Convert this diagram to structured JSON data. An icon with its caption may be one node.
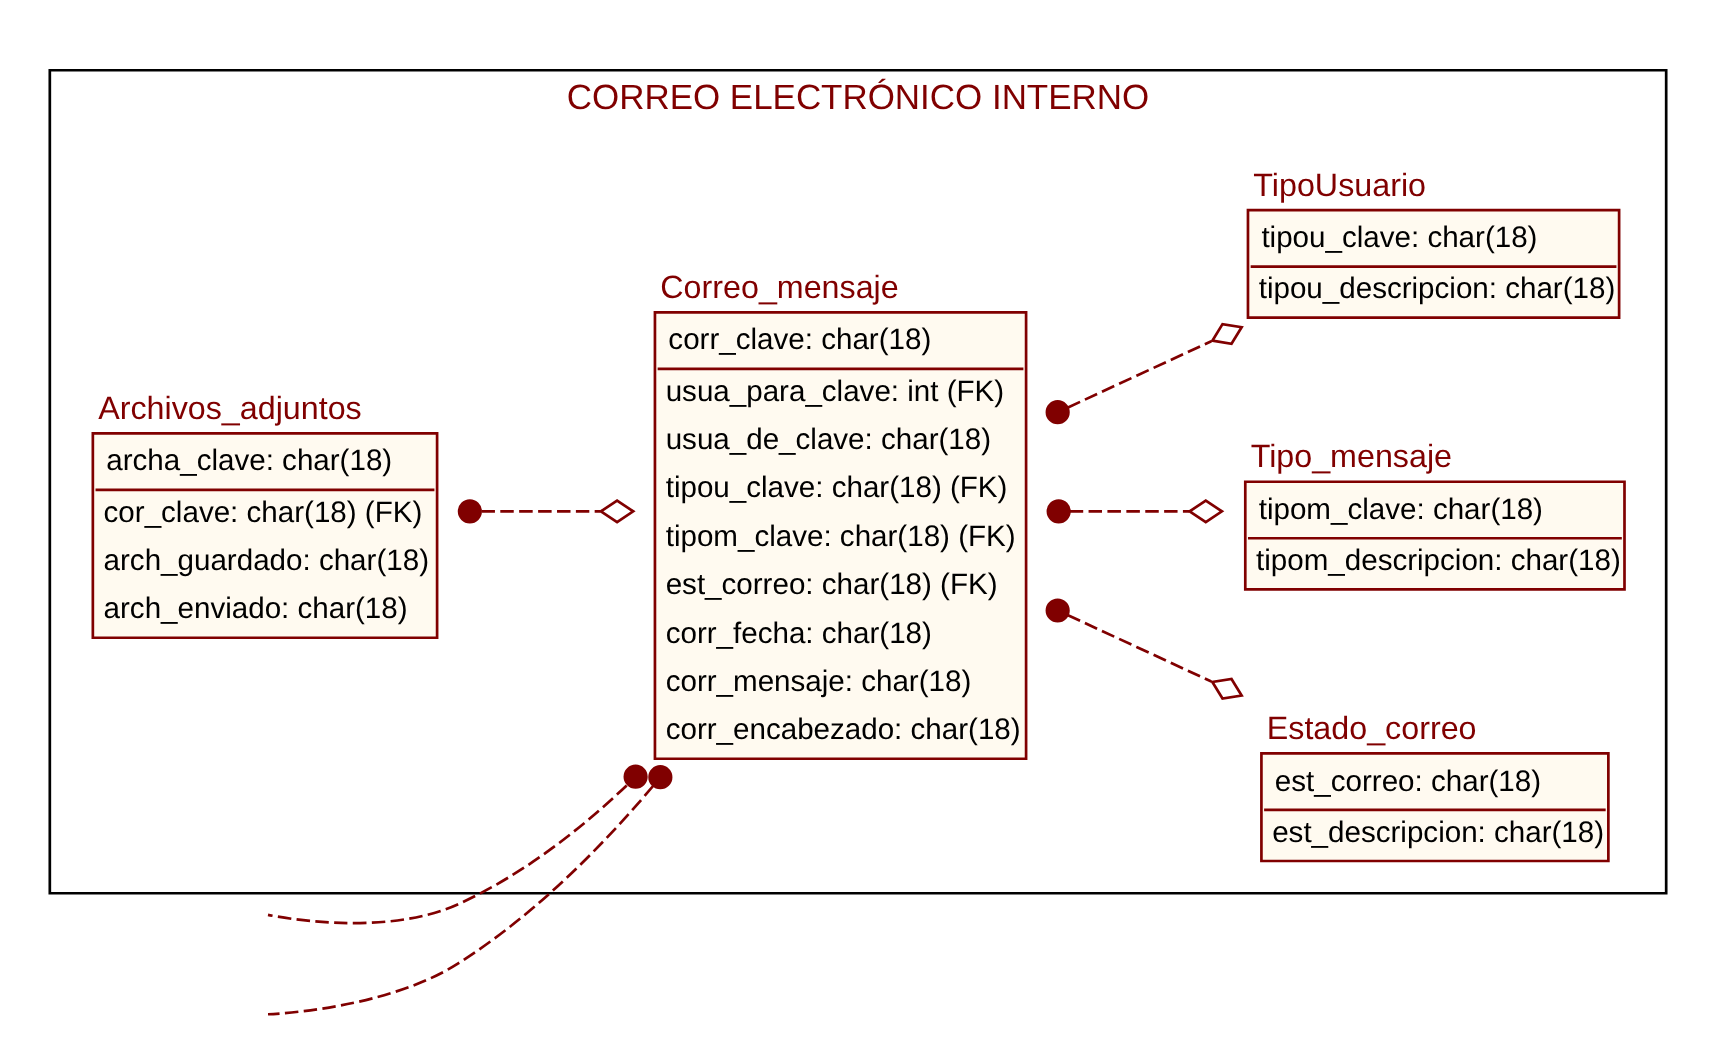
{
  "diagram": {
    "nodes": [
      {
        "text": [
          "CORREO ELECTRÓNICO INTERNO"
        ]
      },
      {
        "text": [
          "Correo_mensaje",
          "corr_clave: char(18)",
          "usua_para_clave: int (FK)",
          "usua_de_clave: char(18)",
          "tipou_clave: char(18) (FK)",
          "tipom_clave: char(18) (FK)",
          "est_correo: char(18) (FK)",
          "corr_fecha: char(18)",
          "corr_mensaje: char(18)",
          "corr_encabezado: char(18)"
        ],
        "in": 0
      },
      {
        "text": [
          "Estado_correo",
          "est_correo: char(18)",
          "est_descripcion: char(18)"
        ],
        "in": 0
      },
      {
        "text": [
          "Tipo_mensaje",
          "tipom_clave: char(18)",
          "tipom_descripcion: char(18)"
        ],
        "in": 0
      },
      {
        "text": [
          "TipoUsuario",
          "tipou_clave: char(18)",
          "tipou_descripcion: char(18)"
        ],
        "in": 0
      },
      {
        "text": [
          "Archivos_adjuntos",
          "archa_clave: char(18)",
          "cor_clave: char(18) (FK)",
          "arch_guardado: char(18)",
          "arch_enviado: char(18)"
        ],
        "in": 0
      }
    ],
    "edges": [
      {
        "from": 1,
        "to": null,
        "arrow": "other",
        "style": "dashed"
      },
      {
        "from": 1,
        "to": null,
        "arrow": "other",
        "style": "dashed"
      },
      {
        "from": 1,
        "to": 2,
        "arrow": "other",
        "style": "dashed"
      },
      {
        "from": 1,
        "to": 3,
        "arrow": "other",
        "style": "dashed"
      },
      {
        "from": 1,
        "to": 4,
        "arrow": "other",
        "style": "dashed"
      },
      {
        "from": 5,
        "to": 1,
        "arrow": "other",
        "style": "dashed"
      }
    ]
  }
}
